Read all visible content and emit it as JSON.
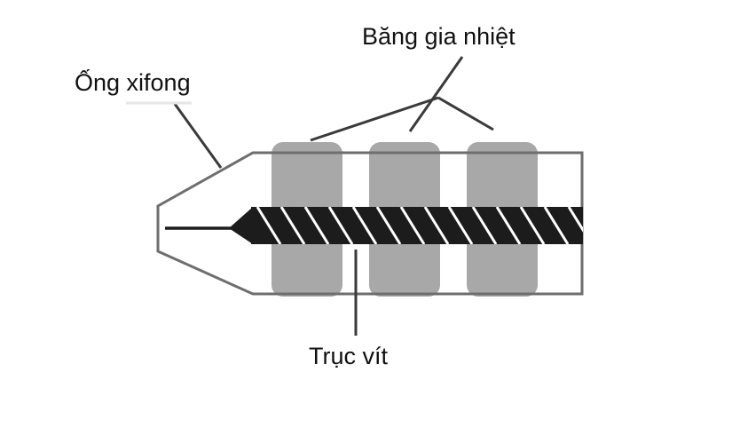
{
  "labels": {
    "heater_bands": "Băng gia nhiệt",
    "barrel": "Ống xifong",
    "screw": "Trục vít"
  },
  "colors": {
    "outline": "#6e6e6e",
    "band_fill": "#a8a8a8",
    "screw_body": "#1c1c1c",
    "screw_flight": "#ffffff",
    "leader_line": "#3a3a3a",
    "text": "#111111"
  }
}
